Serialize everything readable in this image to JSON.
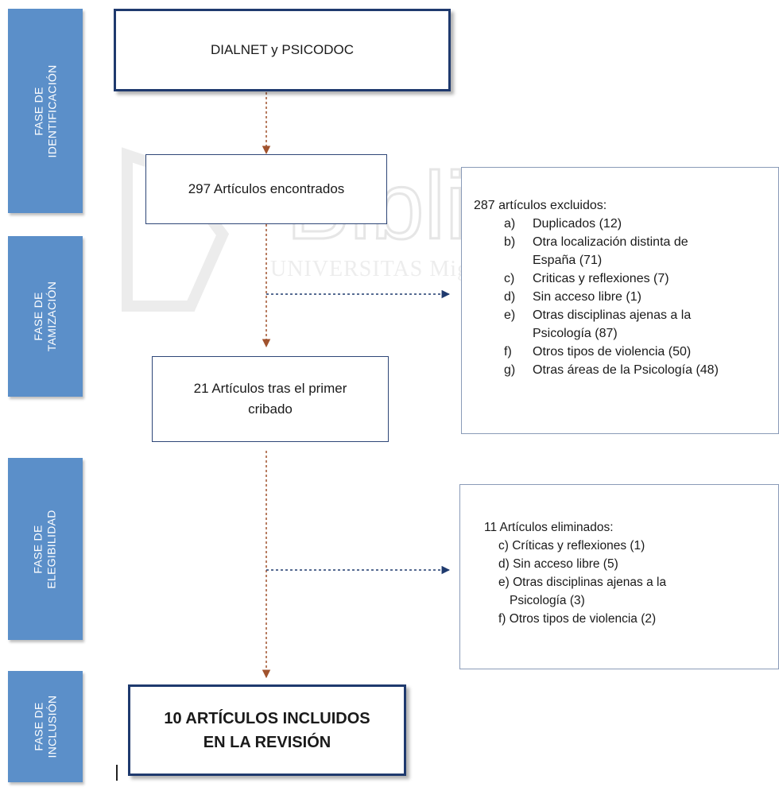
{
  "phases": {
    "identificacion": "FASE DE\nIDENTIFICACIÓN",
    "tamizacion": "FASE DE\nTAMIZACIÓN",
    "elegibilidad": "FASE DE\nELEGIBILIDAD",
    "inclusion": "FASE DE\nINCLUSIÓN"
  },
  "boxes": {
    "sources": "DIALNET y PSICODOC",
    "found": "297 Artículos encontrados",
    "screened_line1": "21 Artículos tras el primer",
    "screened_line2": "cribado",
    "included_line1": "10 ARTÍCULOS INCLUIDOS",
    "included_line2": "EN LA REVISIÓN"
  },
  "excluded": {
    "title": "287 artículos excluidos:",
    "items": [
      {
        "letter": "a)",
        "text": "Duplicados (12)"
      },
      {
        "letter": "b)",
        "text": "Otra localización distinta de",
        "cont": "España  (71)"
      },
      {
        "letter": "c)",
        "text": "Criticas y reflexiones (7)"
      },
      {
        "letter": "d)",
        "text": "Sin acceso libre (1)"
      },
      {
        "letter": "e)",
        "text": "Otras disciplinas ajenas a la",
        "cont": "Psicología (87)"
      },
      {
        "letter": "f)",
        "text": "Otros tipos de violencia (50)"
      },
      {
        "letter": "g)",
        "text": "Otras áreas de la Psicología (48)"
      }
    ]
  },
  "eliminated": {
    "title": "11 Artículos eliminados:",
    "items": [
      "c) Críticas y reflexiones (1)",
      "d) Sin acceso libre (5)",
      "e) Otras disciplinas ajenas a la",
      "Psicología (3)",
      "f) Otros tipos de violencia (2)"
    ]
  },
  "watermark": {
    "word": "Biblioteca",
    "sub": "UNIVERSITAS Miguel Hernández"
  },
  "colors": {
    "phase_fill": "#5b8fc9",
    "box_border": "#2e4677",
    "arrow_brown": "#a0522d",
    "arrow_navy": "#1f3a6e"
  }
}
